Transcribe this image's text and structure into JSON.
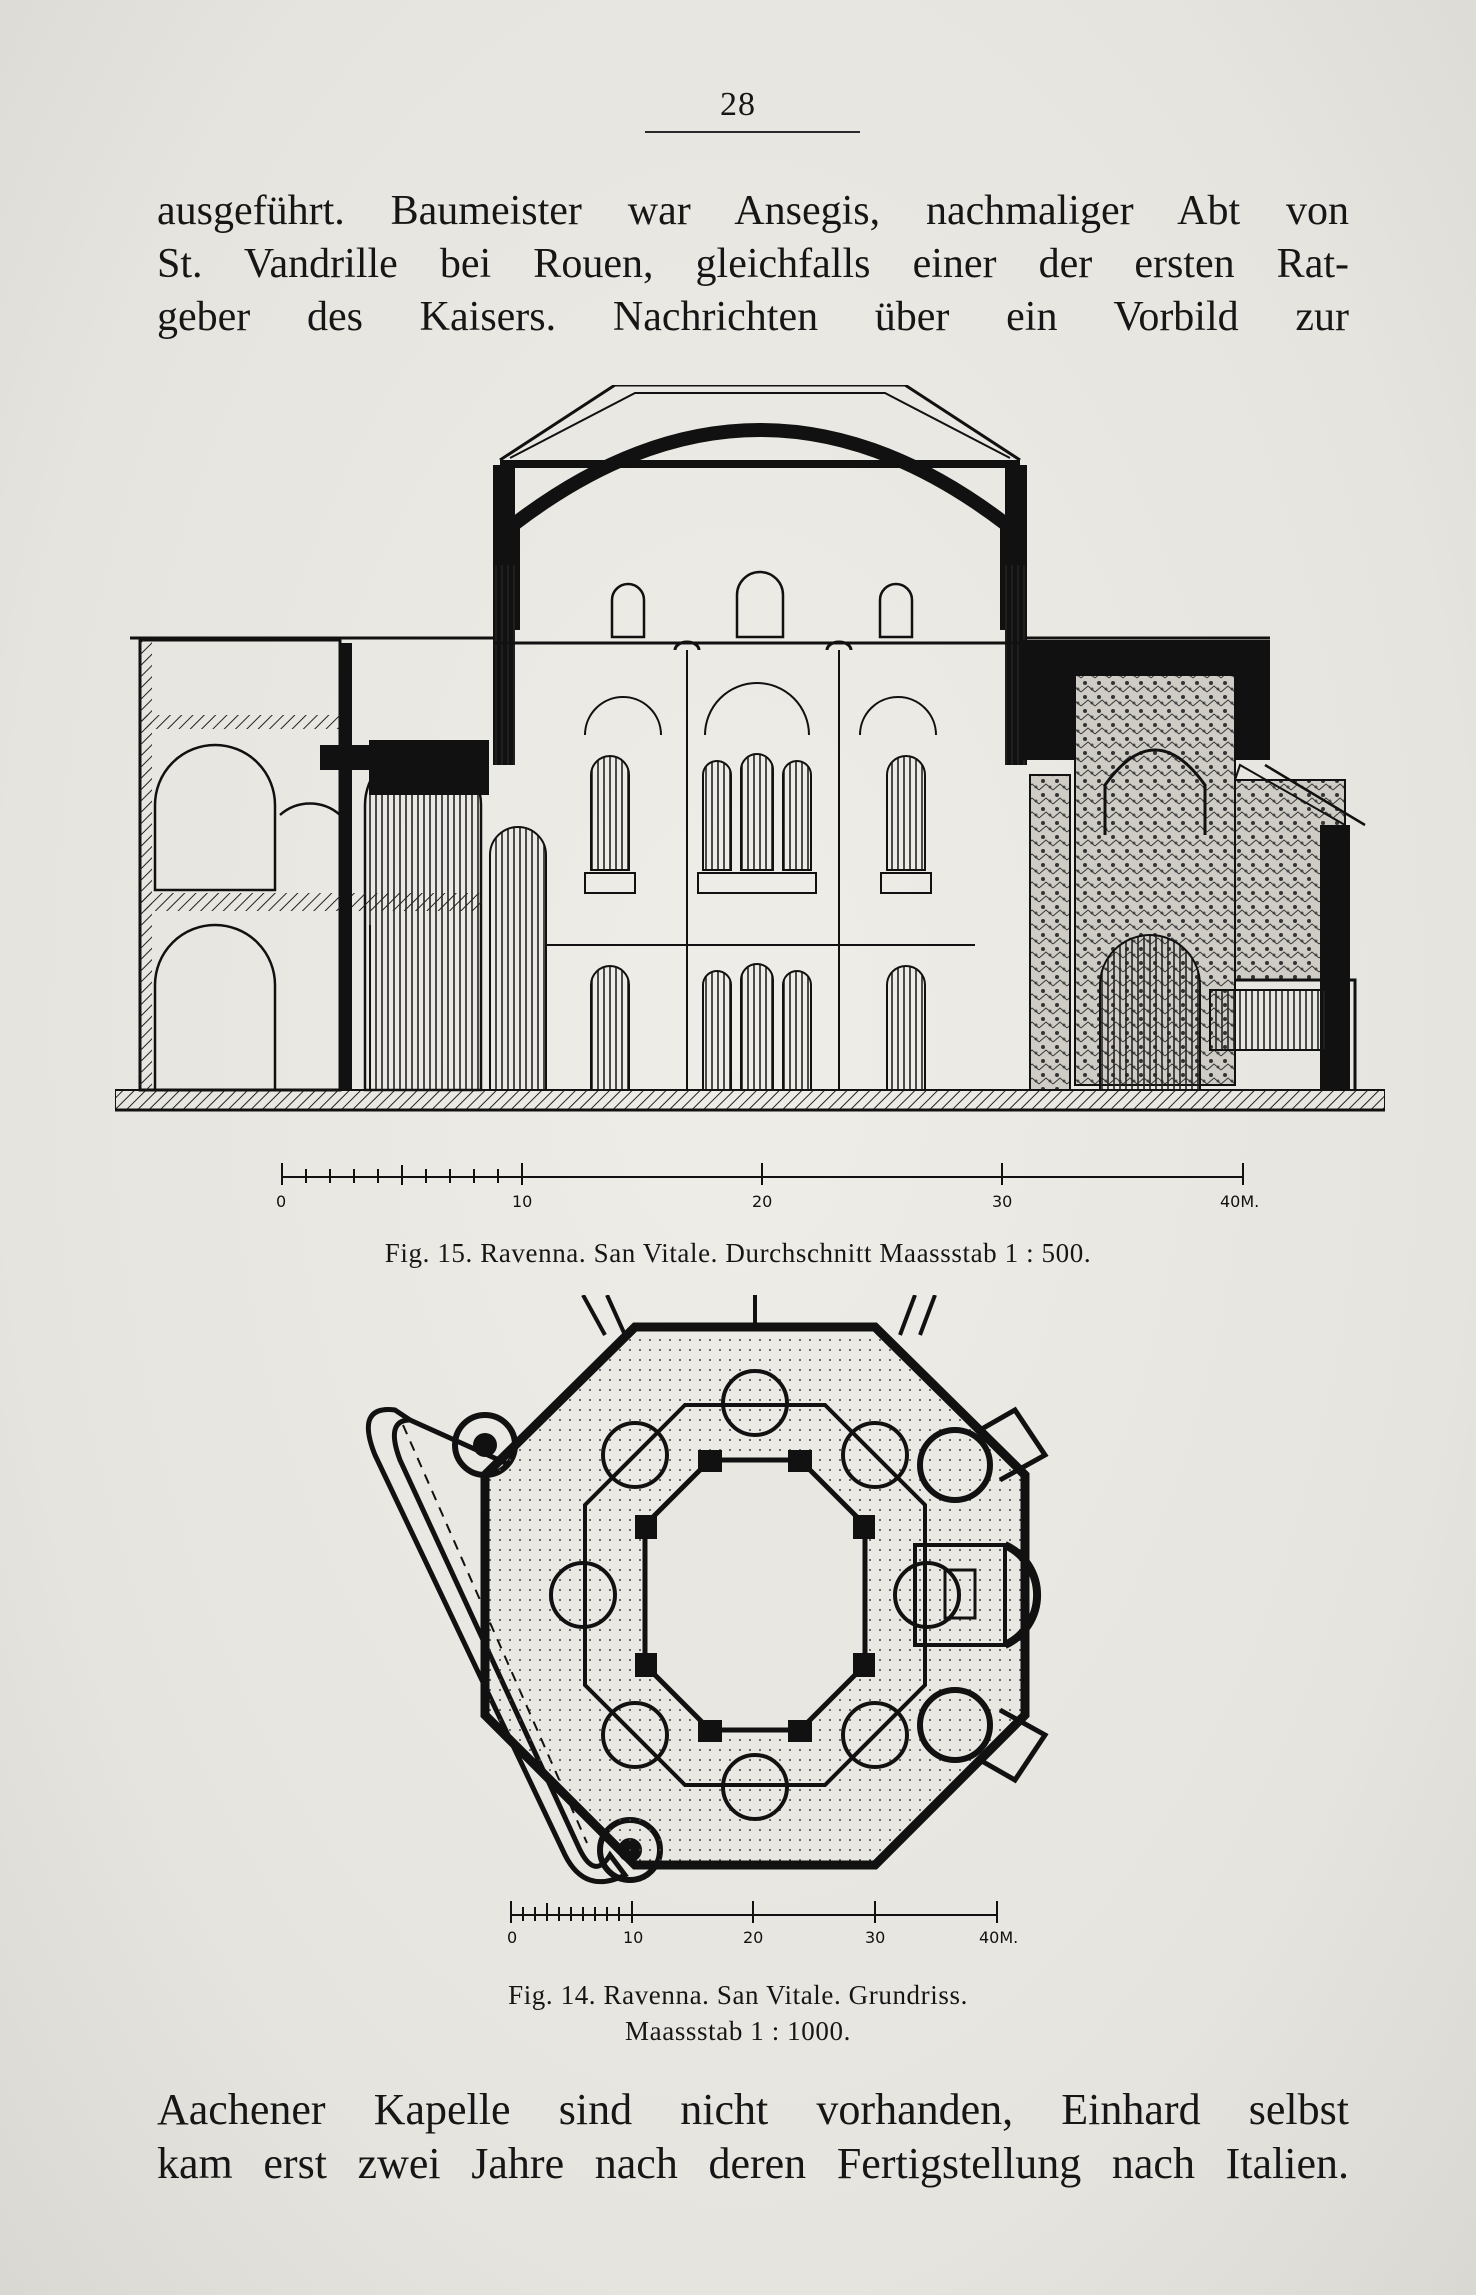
{
  "page": {
    "number": "28"
  },
  "text_top": [
    "ausgeführt. Baumeister war Ansegis, nachmaliger Abt von",
    "St. Vandrille bei Rouen, gleichfalls einer der ersten Rat-",
    "geber des Kaisers. Nachrichten über ein Vorbild zur"
  ],
  "figures": {
    "fig15": {
      "caption": "Fig. 15.   Ravenna.   San Vitale.   Durchschnitt   Maassstab 1 : 500.",
      "scale_labels": [
        "0",
        "10",
        "20",
        "30",
        "40M."
      ]
    },
    "fig14": {
      "caption_line1": "Fig. 14.   Ravenna.   San Vitale.   Grundriss.",
      "caption_line2": "Maassstab 1 : 1000.",
      "scale_labels": [
        "0",
        "10",
        "20",
        "30",
        "40M."
      ]
    }
  },
  "text_bottom": [
    "Aachener Kapelle sind nicht vorhanden, Einhard selbst",
    "kam erst zwei Jahre nach deren Fertigstellung nach Italien."
  ]
}
